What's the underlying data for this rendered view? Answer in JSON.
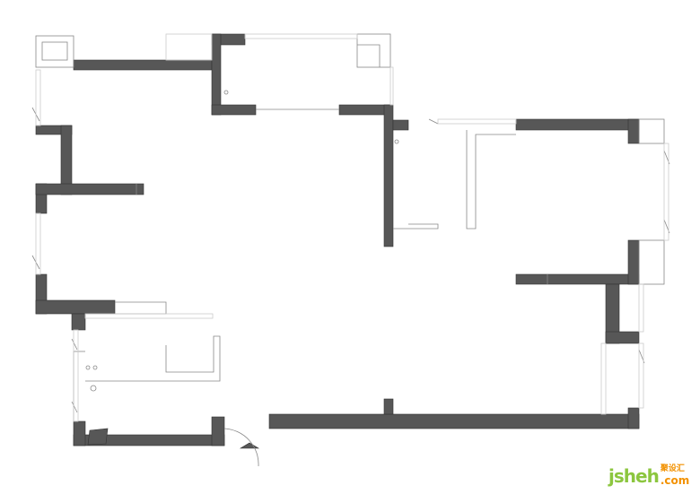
{
  "diagram": {
    "type": "floor-plan",
    "wall_color": "#575757"
  },
  "logo": {
    "main": "jsheh",
    "domain": ".com",
    "chinese": "聚设汇",
    "color_green": "#8cc63f",
    "color_orange": "#f29100"
  }
}
